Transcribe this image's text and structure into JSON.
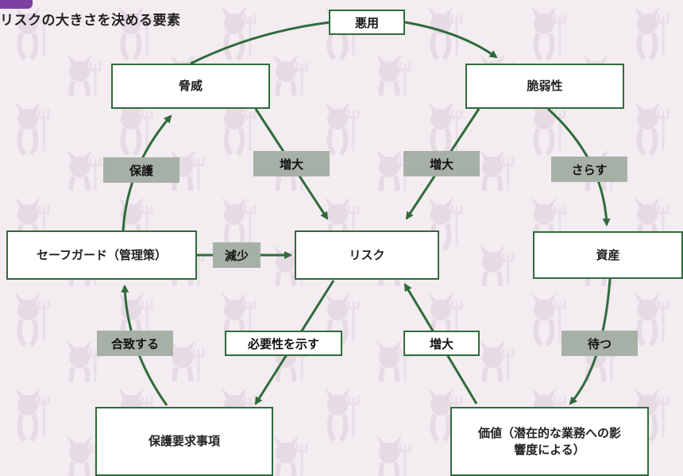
{
  "title": "リスクの大きさを決める要素",
  "nodes": {
    "threat": "脅威",
    "vulnerability": "脆弱性",
    "asset": "資産",
    "safeguard": "セーフガード（管理策）",
    "risk": "リスク",
    "requirements": "保護要求事項",
    "value": "価値（潜在的な業務への影響度による）"
  },
  "labels": {
    "abuse": "悪用",
    "protect": "保護",
    "increase_threat": "増大",
    "increase_vuln": "増大",
    "expose": "さらす",
    "reduce": "減少",
    "conform": "合致する",
    "indicate_need": "必要性を示す",
    "increase_value": "増大",
    "has": "待つ"
  },
  "colors": {
    "arrow": "#2f6b3a",
    "label_bg": "#a7b0a6",
    "node_border": "#2f6b3a"
  },
  "background_icon": "devil-icon"
}
